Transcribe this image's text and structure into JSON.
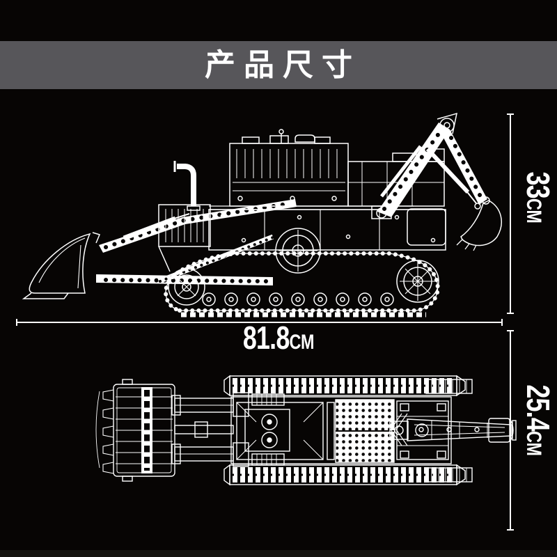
{
  "header": {
    "title": "产品尺寸"
  },
  "dimensions": {
    "height": {
      "value": "33",
      "unit": "CM"
    },
    "length": {
      "value": "81.8",
      "unit": "CM"
    },
    "width": {
      "value": "25.4",
      "unit": "CM"
    }
  },
  "figures": {
    "side_view": "bulldozer-backhoe-side-view-line-art",
    "top_view": "bulldozer-backhoe-top-view-line-art"
  },
  "colors": {
    "background": "#070504",
    "header_bar": "#57565a",
    "line_art": "#ffffff",
    "text": "#ffffff",
    "footer_strip": "#15140f"
  }
}
